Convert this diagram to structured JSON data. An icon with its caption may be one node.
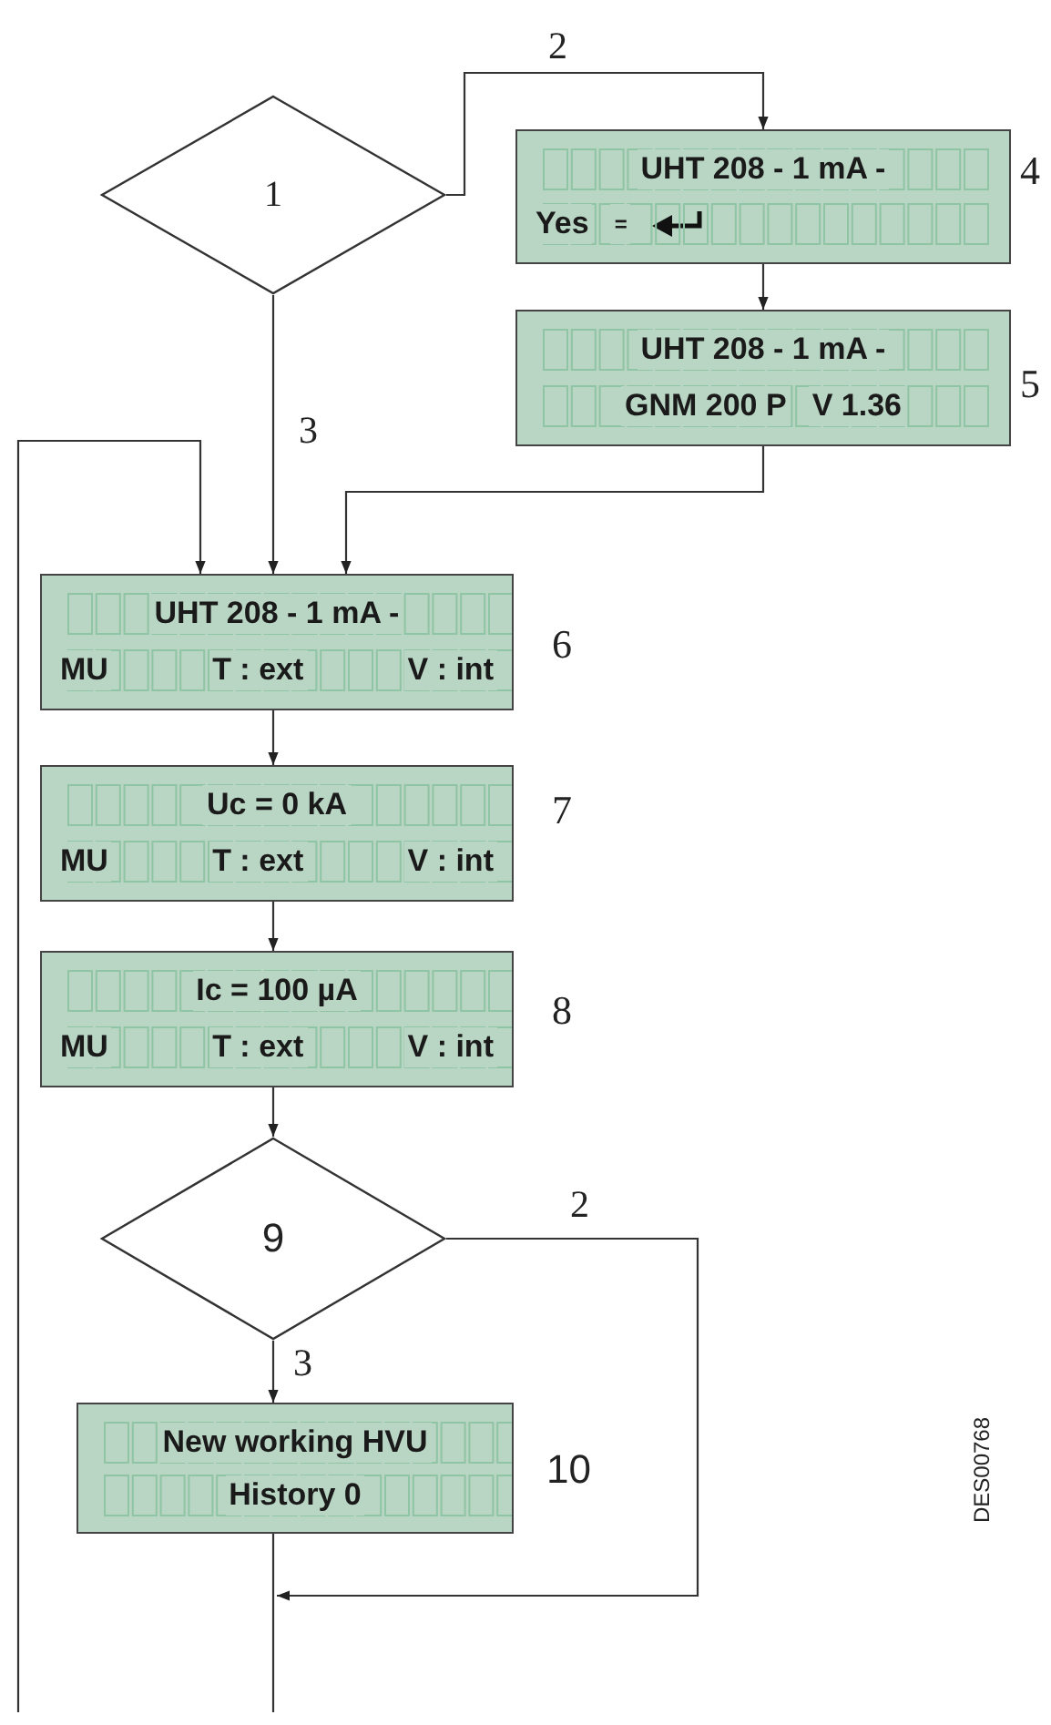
{
  "diagram": {
    "nodes": [
      {
        "text": [
          "1"
        ]
      },
      {
        "text": [
          "UHT 208 - 1 mA -",
          "Yes",
          "="
        ],
        "beside": [
          "4"
        ]
      },
      {
        "text": [
          "UHT 208 - 1 mA -",
          "GNM 200 P",
          "V 1.36"
        ],
        "beside": [
          "5"
        ]
      },
      {
        "text": [
          "UHT 208 - 1 mA -",
          "MU",
          "T : ext",
          "V : int"
        ],
        "beside": [
          "6"
        ]
      },
      {
        "text": [
          "Uc = 0 kA",
          "MU",
          "T : ext",
          "V : int"
        ],
        "beside": [
          "7"
        ]
      },
      {
        "text": [
          "Ic = 100 µA",
          "MU",
          "T : ext",
          "V : int"
        ],
        "beside": [
          "8"
        ]
      },
      {
        "text": [
          "9"
        ]
      },
      {
        "text": [
          "New working HVU",
          "History 0"
        ],
        "beside": [
          "10"
        ]
      }
    ],
    "edges": [
      {
        "from": 0,
        "to": 1,
        "arrow": "to",
        "label": "2"
      },
      {
        "from": 1,
        "to": 2,
        "arrow": "to"
      },
      {
        "from": 0,
        "to": 3,
        "arrow": "to",
        "label": "3"
      },
      {
        "from": 2,
        "to": 3,
        "arrow": "to"
      },
      {
        "from": null,
        "to": 3,
        "arrow": "to"
      },
      {
        "from": 3,
        "to": 4,
        "arrow": "to"
      },
      {
        "from": 4,
        "to": 5,
        "arrow": "to"
      },
      {
        "from": 5,
        "to": 6,
        "arrow": "to"
      },
      {
        "from": 6,
        "to": 7,
        "arrow": "to",
        "label": "3"
      },
      {
        "from": 6,
        "to": null,
        "arrow": "to",
        "label": "2"
      },
      {
        "from": 7,
        "to": null,
        "arrow": "none"
      }
    ],
    "labels": [
      "DES00768"
    ]
  }
}
